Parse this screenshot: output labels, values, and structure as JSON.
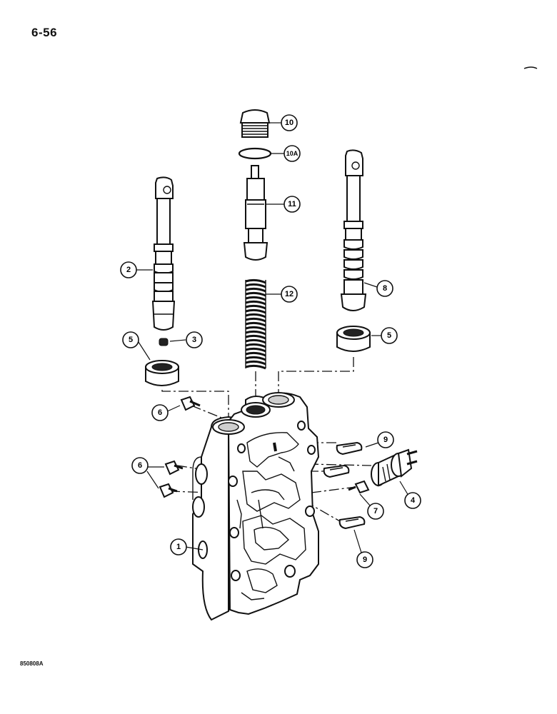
{
  "page": {
    "number": "6-56",
    "figure_code": "850808A"
  },
  "callouts": [
    {
      "id": "c1",
      "label": "1"
    },
    {
      "id": "c2",
      "label": "2"
    },
    {
      "id": "c3",
      "label": "3"
    },
    {
      "id": "c4",
      "label": "4"
    },
    {
      "id": "c5a",
      "label": "5"
    },
    {
      "id": "c5b",
      "label": "5"
    },
    {
      "id": "c6a",
      "label": "6"
    },
    {
      "id": "c6b",
      "label": "6"
    },
    {
      "id": "c7",
      "label": "7"
    },
    {
      "id": "c8",
      "label": "8"
    },
    {
      "id": "c9a",
      "label": "9"
    },
    {
      "id": "c9b",
      "label": "9"
    },
    {
      "id": "c10",
      "label": "10"
    },
    {
      "id": "c10a",
      "label": "10A"
    },
    {
      "id": "c11",
      "label": "11"
    },
    {
      "id": "c12",
      "label": "12"
    }
  ]
}
